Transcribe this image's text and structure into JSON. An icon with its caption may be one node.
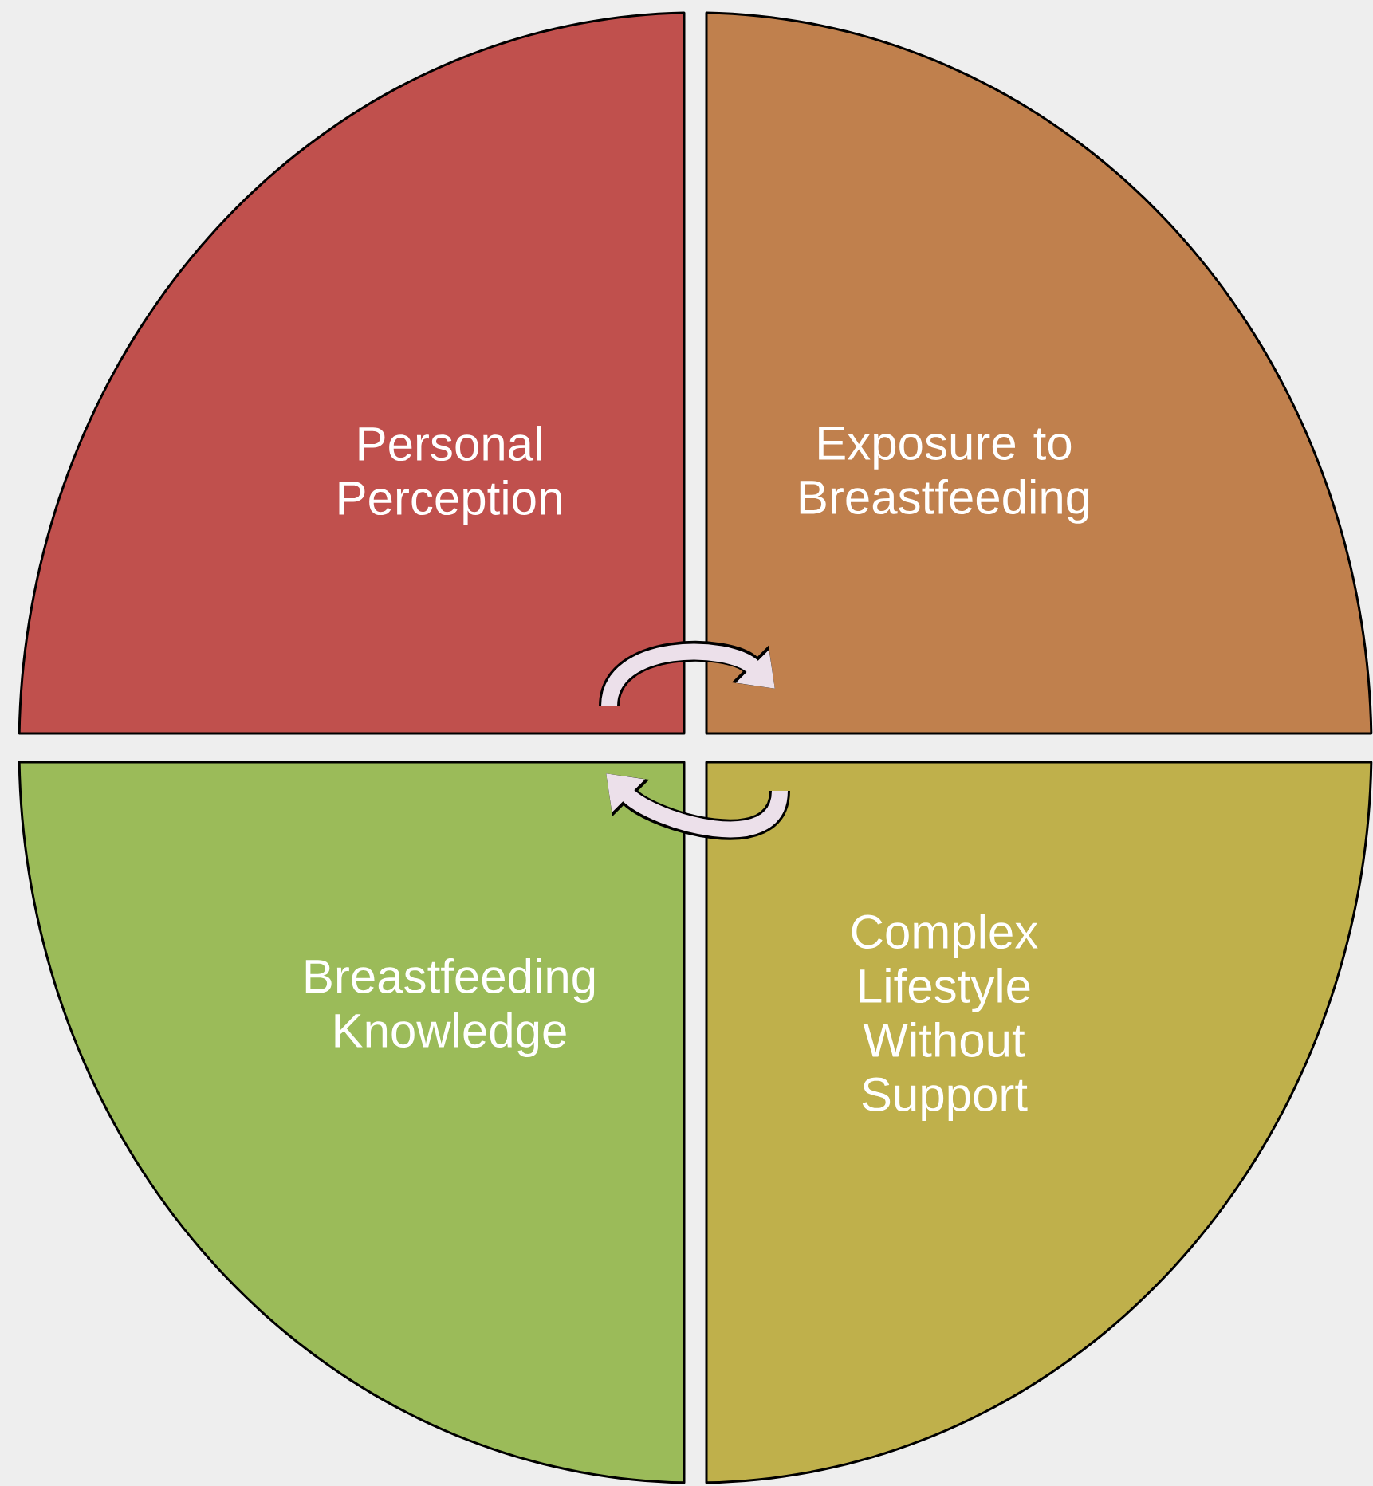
{
  "diagram": {
    "nodes": [
      {
        "text": [
          "Personal Perception"
        ]
      },
      {
        "text": [
          "Exposure to Breastfeeding"
        ]
      },
      {
        "text": [
          "Breastfeeding Knowledge"
        ]
      },
      {
        "text": [
          "Complex Lifestyle Without Support"
        ]
      }
    ],
    "edges": [
      {
        "from": 0,
        "to": 1,
        "arrow": "to"
      },
      {
        "from": 3,
        "to": 2,
        "arrow": "to"
      }
    ]
  }
}
